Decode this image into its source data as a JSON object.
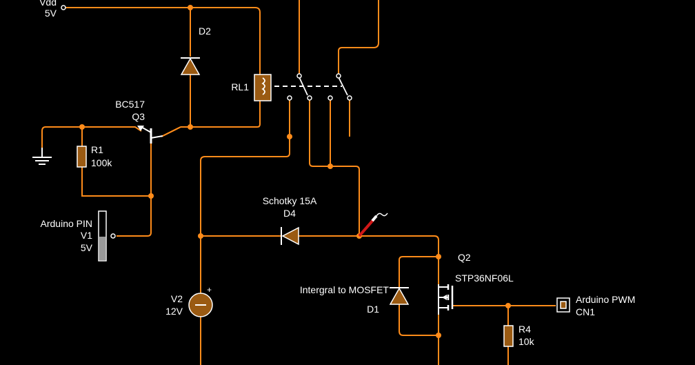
{
  "diagram": {
    "labels": {
      "vdd_name": "Vdd",
      "vdd_value": "5V",
      "d2": "D2",
      "rl1": "RL1",
      "q3_part": "BC517",
      "q3": "Q3",
      "r1": "R1",
      "r1_value": "100k",
      "v1_name": "Arduino PIN",
      "v1": "V1",
      "v1_value": "5V",
      "d4_part": "Schotky 15A",
      "d4": "D4",
      "q2": "Q2",
      "q2_part": "STP36NF06L",
      "d1_note": "Intergral to MOSFET",
      "d1": "D1",
      "v2": "V2",
      "v2_value": "12V",
      "cn1_name": "Arduino PWM",
      "cn1": "CN1",
      "r4": "R4",
      "r4_value": "10k",
      "v2_plus": "+"
    },
    "colors": {
      "background": "#000000",
      "wire": "#ff8c1a",
      "component_fill": "#9a5a12",
      "outline": "#ffffff",
      "probe_red": "#d01818"
    }
  }
}
